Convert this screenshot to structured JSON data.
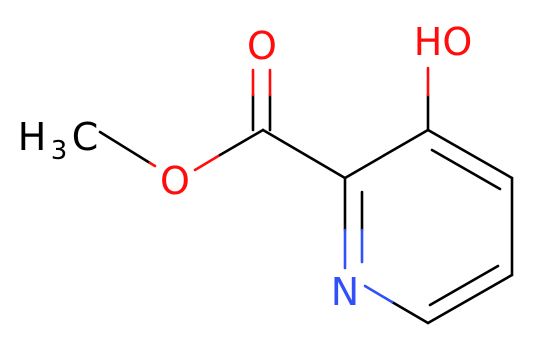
{
  "molecule": {
    "labels": {
      "ring_nitrogen": "N",
      "carbonyl_oxygen": "O",
      "ester_oxygen": "O",
      "hydroxyl": "HO",
      "methyl_main": "H",
      "methyl_sub": "3",
      "methyl_tail": "C"
    },
    "colors": {
      "bond": "#000000",
      "oxygen": "#ff0d0d",
      "nitrogen": "#3050f8",
      "carbon": "#000000"
    }
  }
}
